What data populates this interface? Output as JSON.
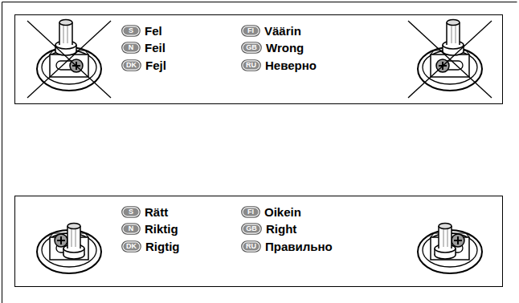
{
  "diagram": {
    "nodes": [
      {
        "text": [
          "Fel",
          "Feil",
          "Fejl",
          "Väärin",
          "Wrong",
          "Неверно"
        ]
      },
      {
        "text": [
          "S"
        ],
        "in": 0
      },
      {
        "text": [
          "N"
        ],
        "in": 0
      },
      {
        "text": [
          "DK"
        ],
        "in": 0
      },
      {
        "text": [
          "FI"
        ],
        "in": 0
      },
      {
        "text": [
          "GB"
        ],
        "in": 0
      },
      {
        "text": [
          "RU"
        ],
        "in": 0
      },
      {
        "text": [
          "Rätt",
          "Riktig",
          "Rigtig",
          "Oikein",
          "Right",
          "Правильно"
        ]
      },
      {
        "text": [
          "S"
        ],
        "in": 7
      },
      {
        "text": [
          "N"
        ],
        "in": 7
      },
      {
        "text": [
          "DK"
        ],
        "in": 7
      },
      {
        "text": [
          "FI"
        ],
        "in": 7
      },
      {
        "text": [
          "GB"
        ],
        "in": 7
      },
      {
        "text": [
          "RU"
        ],
        "in": 7
      }
    ]
  }
}
